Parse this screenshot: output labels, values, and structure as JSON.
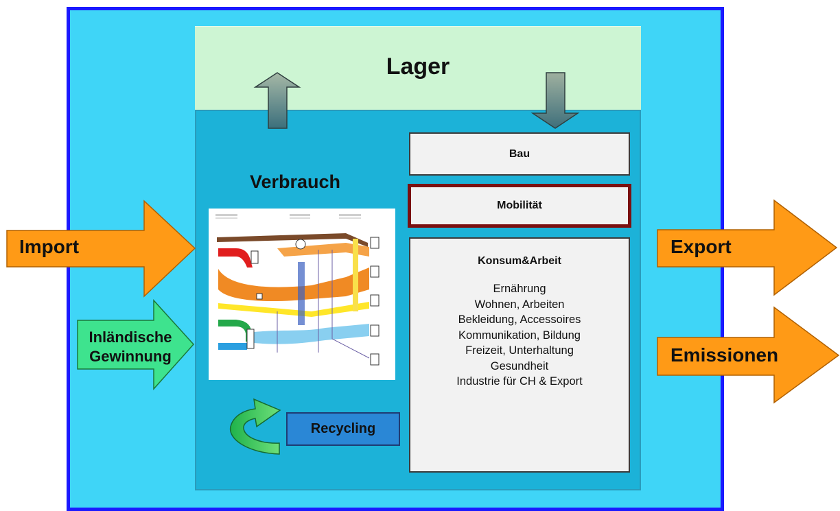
{
  "labels": {
    "lager": "Lager",
    "verbrauch": "Verbrauch",
    "bau": "Bau",
    "mobilitaet": "Mobilität",
    "konsum_title": "Konsum&Arbeit",
    "recycling": "Recycling",
    "import": "Import",
    "inlaendische_line1": "Inländische",
    "inlaendische_line2": "Gewinnung",
    "export": "Export",
    "emissionen": "Emissionen"
  },
  "konsum_items": [
    "Ernährung",
    "Wohnen, Arbeiten",
    "Bekleidung,  Accessoires",
    "Kommunikation,  Bildung",
    "Freizeit, Unterhaltung",
    "Gesundheit",
    "Industrie für CH & Export"
  ],
  "colors": {
    "outer": "#3fd5f7",
    "inner": "#1cb2d8",
    "lager": "#cdf5d3",
    "orange_arrow": "#ff9a16",
    "green_arrow": "#3ee38e",
    "recycling_box": "#2a87d6",
    "outer_border": "#1a1aff",
    "mobilitaet_border": "#7b1010"
  }
}
